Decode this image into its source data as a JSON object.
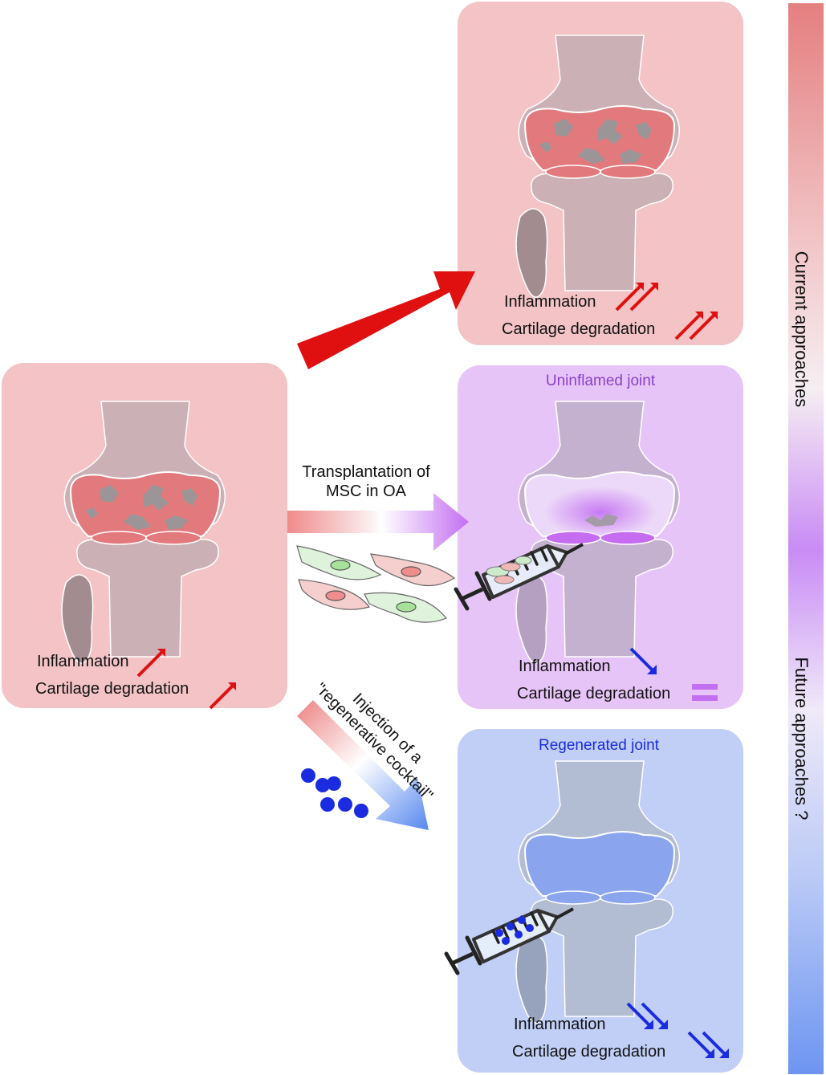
{
  "panels": {
    "initial": {
      "inflammation": "Inflammation",
      "degradation": "Cartilage degradation"
    },
    "current": {
      "inflammation": "Inflammation",
      "degradation": "Cartilage degradation"
    },
    "uninflamed": {
      "title": "Uninflamed joint",
      "inflammation": "Inflammation",
      "degradation": "Cartilage degradation"
    },
    "regenerated": {
      "title": "Regenerated joint",
      "inflammation": "Inflammation",
      "degradation": "Cartilage degradation"
    }
  },
  "arrows": {
    "transplant": {
      "line1": "Transplantation of",
      "line2": "MSC in OA"
    },
    "injection": {
      "line1": "Injection of a",
      "line2": "\"regenerative cocktail\""
    }
  },
  "sidebar": {
    "current": "Current approaches",
    "future": "Future approaches ?"
  },
  "colors": {
    "inflamed_panel": "#f3c3c5",
    "uninflamed_panel": "#e7c4f7",
    "regenerated_panel": "#c1cff7",
    "red": "#e01010",
    "purple": "#c170f0",
    "blue": "#1a2be0"
  }
}
